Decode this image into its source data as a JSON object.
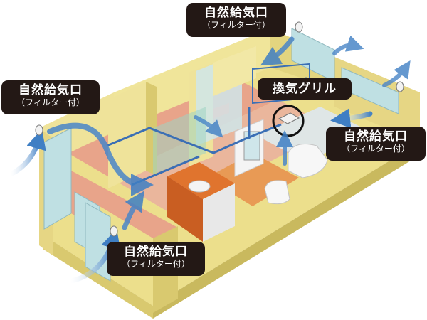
{
  "callouts": {
    "top": {
      "line1": "自然給気口",
      "line2": "（フィルター付）"
    },
    "left": {
      "line1": "自然給気口",
      "line2": "（フィルター付）"
    },
    "right": {
      "line1": "自然給気口",
      "line2": "（フィルター付）"
    },
    "bottom": {
      "line1": "自然給気口",
      "line2": "（フィルター付）"
    }
  },
  "exhaust": {
    "label": "換気グリル"
  },
  "colors": {
    "wall": "#ecdf8c",
    "wall_side": "#d9c96f",
    "floor": "#e8a48a",
    "floor_wood": "#e89a55",
    "counter": "#e0742e",
    "airflow": "#4a86c8",
    "callout_bg": "#231815"
  }
}
